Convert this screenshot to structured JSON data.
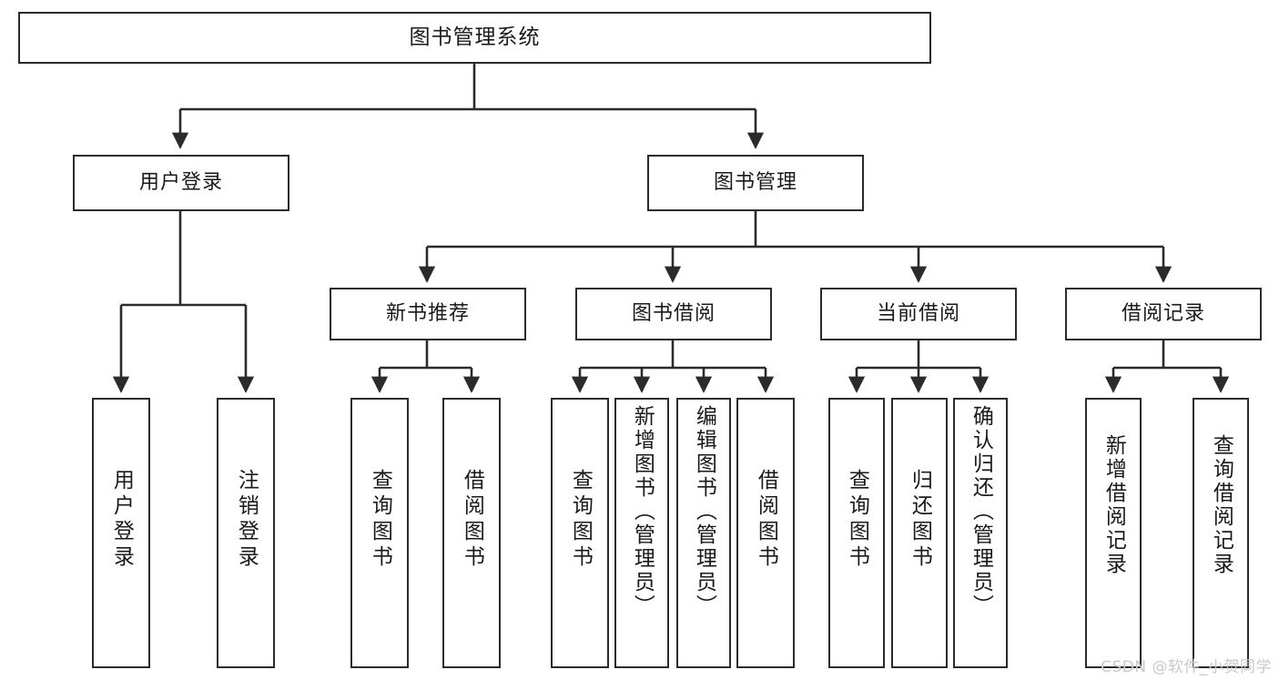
{
  "diagram": {
    "type": "tree",
    "title": "图书管理系统",
    "orientation": "top-down",
    "colors": {
      "box_border": "#2b2b2b",
      "box_fill": "#ffffff",
      "edge": "#2b2b2b",
      "text": "#1a1a1a",
      "watermark": "#c9c9c9",
      "background": "#ffffff"
    },
    "root": {
      "label": "图书管理系统"
    },
    "level2": [
      {
        "label": "用户登录"
      },
      {
        "label": "图书管理"
      }
    ],
    "level3": [
      {
        "label": "新书推荐"
      },
      {
        "label": "图书借阅"
      },
      {
        "label": "当前借阅"
      },
      {
        "label": "借阅记录"
      }
    ],
    "leaves": {
      "user_login": [
        {
          "label": "用户登录"
        },
        {
          "label": "注销登录"
        }
      ],
      "new_book_recommend": [
        {
          "label": "查询图书"
        },
        {
          "label": "借阅图书"
        }
      ],
      "book_borrow": [
        {
          "label": "查询图书"
        },
        {
          "label": "新增图书（管理员）"
        },
        {
          "label": "编辑图书（管理员）"
        },
        {
          "label": "借阅图书"
        }
      ],
      "current_borrow": [
        {
          "label": "查询图书"
        },
        {
          "label": "归还图书"
        },
        {
          "label": "确认归还（管理员）"
        }
      ],
      "borrow_record": [
        {
          "label": "新增借阅记录"
        },
        {
          "label": "查询借阅记录"
        }
      ]
    }
  },
  "watermark": {
    "text": "CSDN @软件_小贺同学"
  }
}
